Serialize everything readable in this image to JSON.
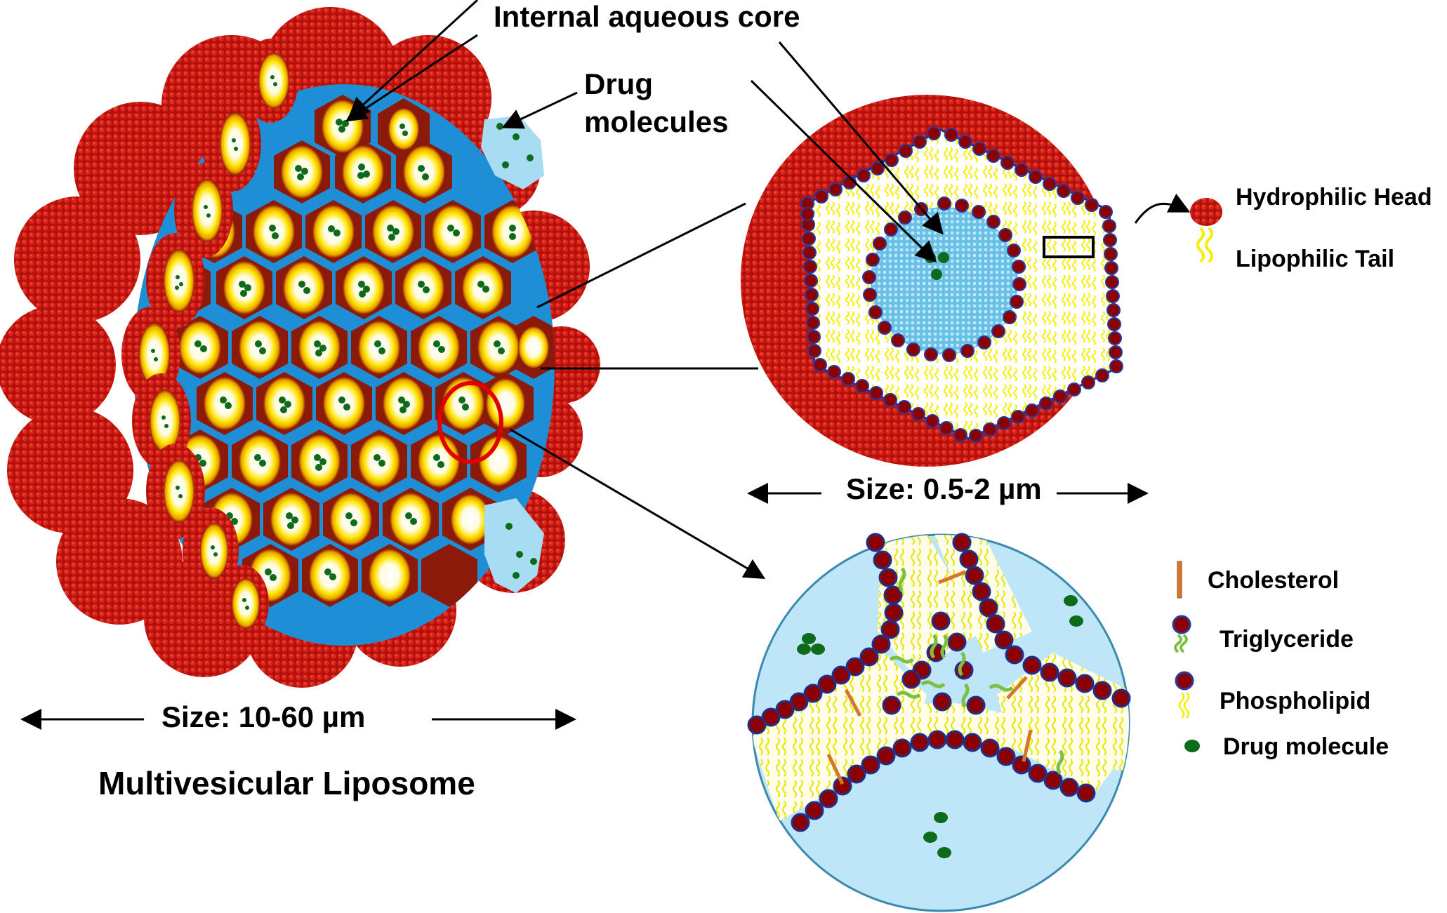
{
  "title": "Multivesicular Liposome",
  "labels": {
    "internal_aqueous_core": "Internal aqueous core",
    "drug_molecules_line1": "Drug",
    "drug_molecules_line2": "molecules",
    "size_mvl": "Size: 10-60 µm",
    "size_vesicle": "Size: 0.5-2 µm",
    "main_caption": "Multivesicular Liposome"
  },
  "legend_top": [
    {
      "icon": "hydrophilic-head-icon",
      "label": "Hydrophilic Head",
      "color": "#b01212"
    },
    {
      "icon": "lipophilic-tail-icon",
      "label": "Lipophilic Tail",
      "color": "#f2f21a"
    }
  ],
  "legend_bottom": [
    {
      "icon": "cholesterol-icon",
      "label": "Cholesterol",
      "color": "#d2782a"
    },
    {
      "icon": "triglyceride-icon",
      "label": "Triglyceride",
      "color": "#8bc34a"
    },
    {
      "icon": "phospholipid-icon",
      "label": "Phospholipid",
      "color": "#8b0000"
    },
    {
      "icon": "drug-molecule-icon",
      "label": "Drug molecule",
      "color": "#0d6b1a"
    }
  ],
  "colors": {
    "membrane_red": "#c0150f",
    "aqueous_blue": "#1e90d8",
    "vesicle_yellow": "#ffd700",
    "drug_green": "#0d6b1a",
    "light_blue": "#a8d8f0",
    "highlight_red": "#e00000"
  }
}
